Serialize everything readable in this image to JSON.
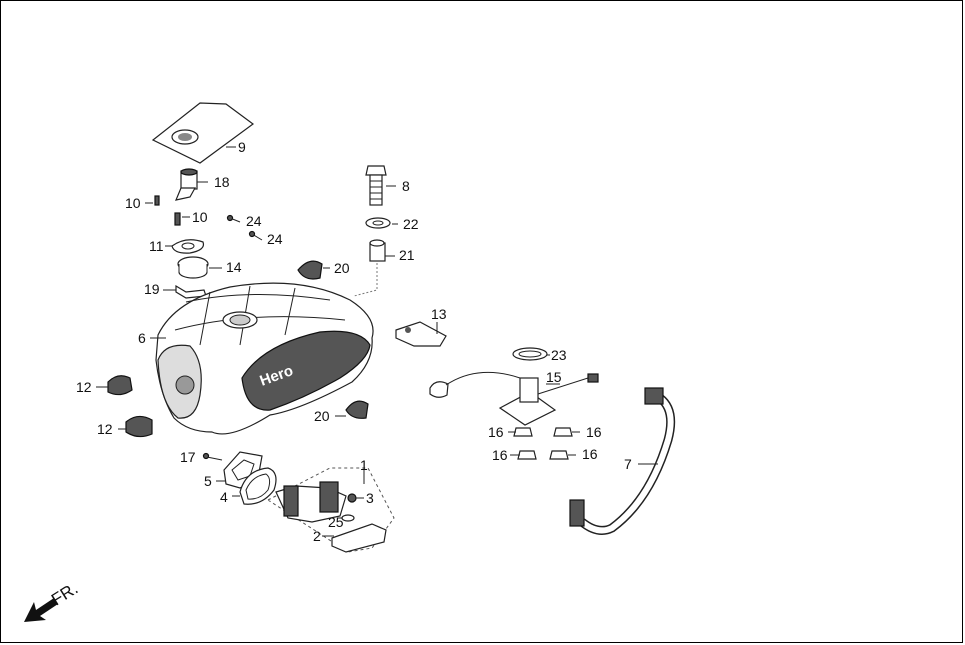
{
  "diagram": {
    "brand_label": "Hero",
    "front_indicator": "FR.",
    "callouts": {
      "c1": "1",
      "c2": "2",
      "c3": "3",
      "c4": "4",
      "c5": "5",
      "c6": "6",
      "c7": "7",
      "c8": "8",
      "c9": "9",
      "c10a": "10",
      "c10b": "10",
      "c11": "11",
      "c12a": "12",
      "c12b": "12",
      "c13": "13",
      "c14": "14",
      "c15": "15",
      "c16a": "16",
      "c16b": "16",
      "c16c": "16",
      "c16d": "16",
      "c17": "17",
      "c18": "18",
      "c19": "19",
      "c20a": "20",
      "c20b": "20",
      "c21": "21",
      "c22": "22",
      "c23": "23",
      "c24a": "24",
      "c24b": "24",
      "c25": "25"
    }
  }
}
